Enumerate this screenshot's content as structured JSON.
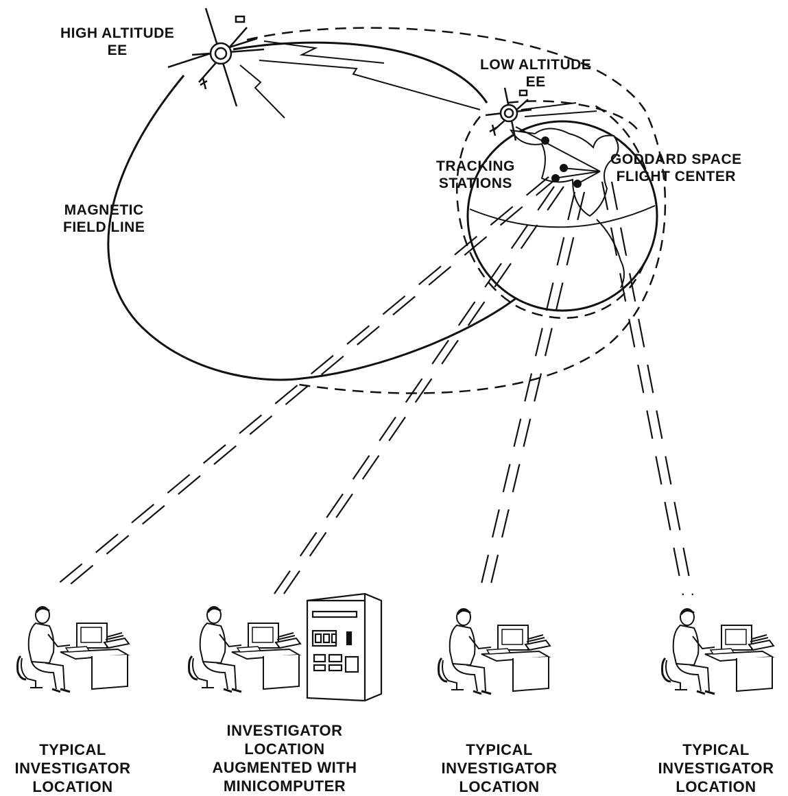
{
  "labels": {
    "high_altitude": [
      "HIGH ALTITUDE",
      "EE"
    ],
    "low_altitude": [
      "LOW ALTITUDE",
      "EE"
    ],
    "goddard": [
      "GODDARD SPACE",
      "FLIGHT CENTER"
    ],
    "tracking": [
      "TRACKING",
      "STATIONS"
    ],
    "magnetic": [
      "MAGNETIC",
      "FIELD LINE"
    ]
  },
  "locations": [
    {
      "lines": [
        "TYPICAL",
        "INVESTIGATOR",
        "LOCATION"
      ]
    },
    {
      "lines": [
        "INVESTIGATOR",
        "LOCATION",
        "AUGMENTED WITH",
        "MINICOMPUTER"
      ]
    },
    {
      "lines": [
        "TYPICAL",
        "INVESTIGATOR",
        "LOCATION"
      ]
    },
    {
      "lines": [
        "TYPICAL",
        "INVESTIGATOR",
        "LOCATION"
      ]
    }
  ],
  "colors": {
    "ink": "#111111",
    "paper": "#ffffff"
  }
}
